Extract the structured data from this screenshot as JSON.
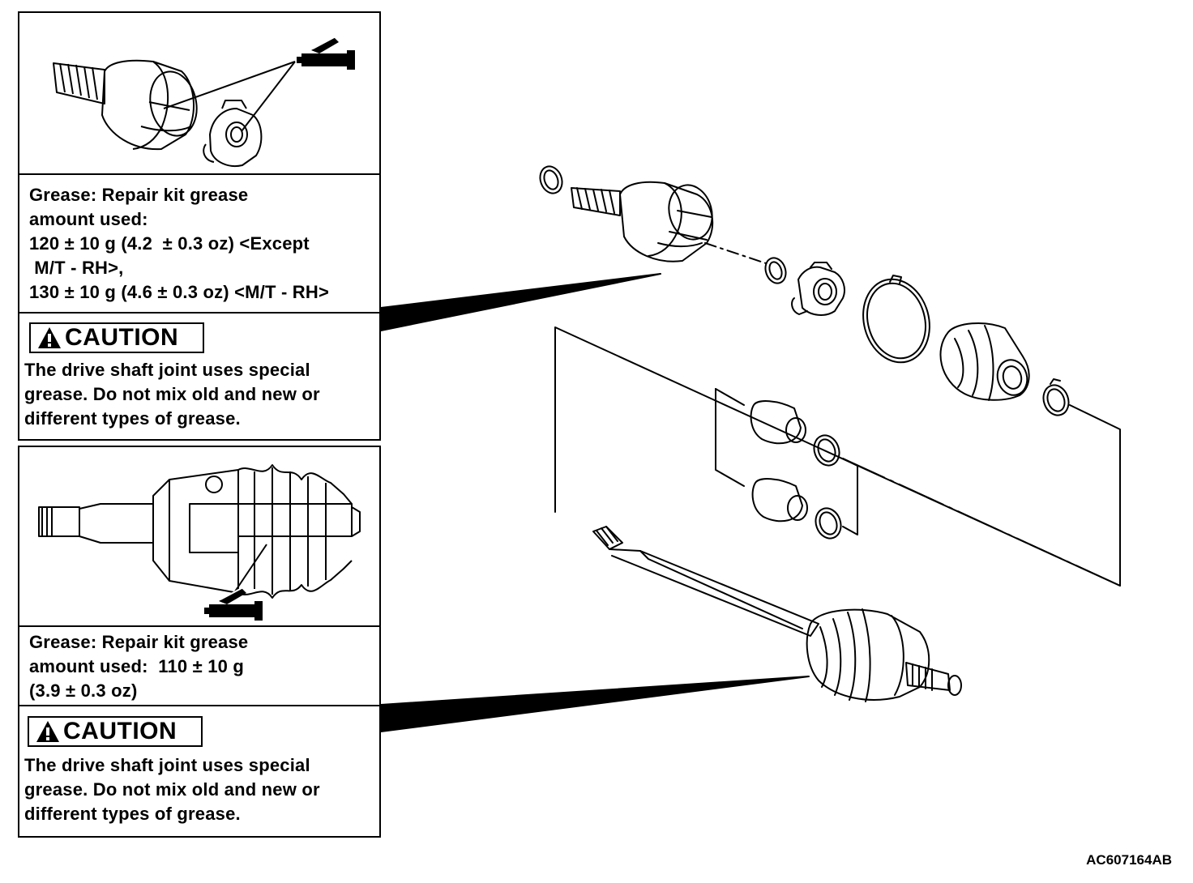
{
  "panel_upper": {
    "spec_lines": [
      "Grease: Repair kit grease",
      "amount used:",
      "120 ± 10 g (4.2  ± 0.3 oz) <Except",
      " M/T - RH>,",
      "130 ± 10 g (4.6 ± 0.3 oz) <M/T - RH>"
    ],
    "caution_label": "CAUTION",
    "caution_lines": [
      "The drive shaft joint uses special",
      "grease. Do not mix old and new or",
      "different types of grease."
    ]
  },
  "panel_lower": {
    "spec_lines": [
      "Grease: Repair kit grease",
      "amount used:  110 ± 10 g",
      "(3.9 ± 0.3 oz)"
    ],
    "caution_label": "CAUTION",
    "caution_lines": [
      "The drive shaft joint uses special",
      "grease. Do not mix old and new or",
      "different types of grease."
    ]
  },
  "figure_code": "AC607164AB"
}
